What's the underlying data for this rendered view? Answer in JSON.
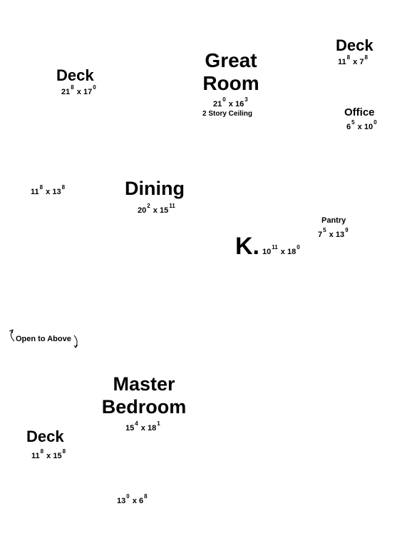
{
  "rooms": {
    "deck_left": {
      "name": "Deck",
      "dim": {
        "w": "21",
        "w_in": "8",
        "x": "x",
        "h": "17",
        "h_in": "0"
      }
    },
    "great_room": {
      "name_line1": "Great",
      "name_line2": "Room",
      "dim": {
        "w": "21",
        "w_in": "0",
        "x": "x",
        "h": "16",
        "h_in": "3"
      },
      "note": "2 Story Ceiling"
    },
    "deck_right": {
      "name": "Deck",
      "dim": {
        "w": "11",
        "w_in": "8",
        "x": "x",
        "h": "7",
        "h_in": "8"
      }
    },
    "office": {
      "name": "Office",
      "dim": {
        "w": "6",
        "w_in": "5",
        "x": "x",
        "h": "10",
        "h_in": "0"
      }
    },
    "unnamed_left": {
      "dim": {
        "w": "11",
        "w_in": "8",
        "x": "x",
        "h": "13",
        "h_in": "8"
      }
    },
    "dining": {
      "name": "Dining",
      "dim": {
        "w": "20",
        "w_in": "2",
        "x": "x",
        "h": "15",
        "h_in": "11"
      }
    },
    "pantry": {
      "name": "Pantry",
      "dim": {
        "w": "7",
        "w_in": "5",
        "x": "x",
        "h": "13",
        "h_in": "9"
      }
    },
    "kitchen": {
      "name": "K.",
      "dim": {
        "w": "10",
        "w_in": "11",
        "x": "x",
        "h": "18",
        "h_in": "0"
      }
    },
    "open_to_above": {
      "label": "Open to Above"
    },
    "master_bedroom": {
      "name_line1": "Master",
      "name_line2": "Bedroom",
      "dim": {
        "w": "15",
        "w_in": "4",
        "x": "x",
        "h": "18",
        "h_in": "1"
      }
    },
    "deck_bottom": {
      "name": "Deck",
      "dim": {
        "w": "11",
        "w_in": "8",
        "x": "x",
        "h": "15",
        "h_in": "8"
      }
    },
    "unnamed_bottom": {
      "dim": {
        "w": "13",
        "w_in": "0",
        "x": "x",
        "h": "6",
        "h_in": "8"
      }
    }
  }
}
